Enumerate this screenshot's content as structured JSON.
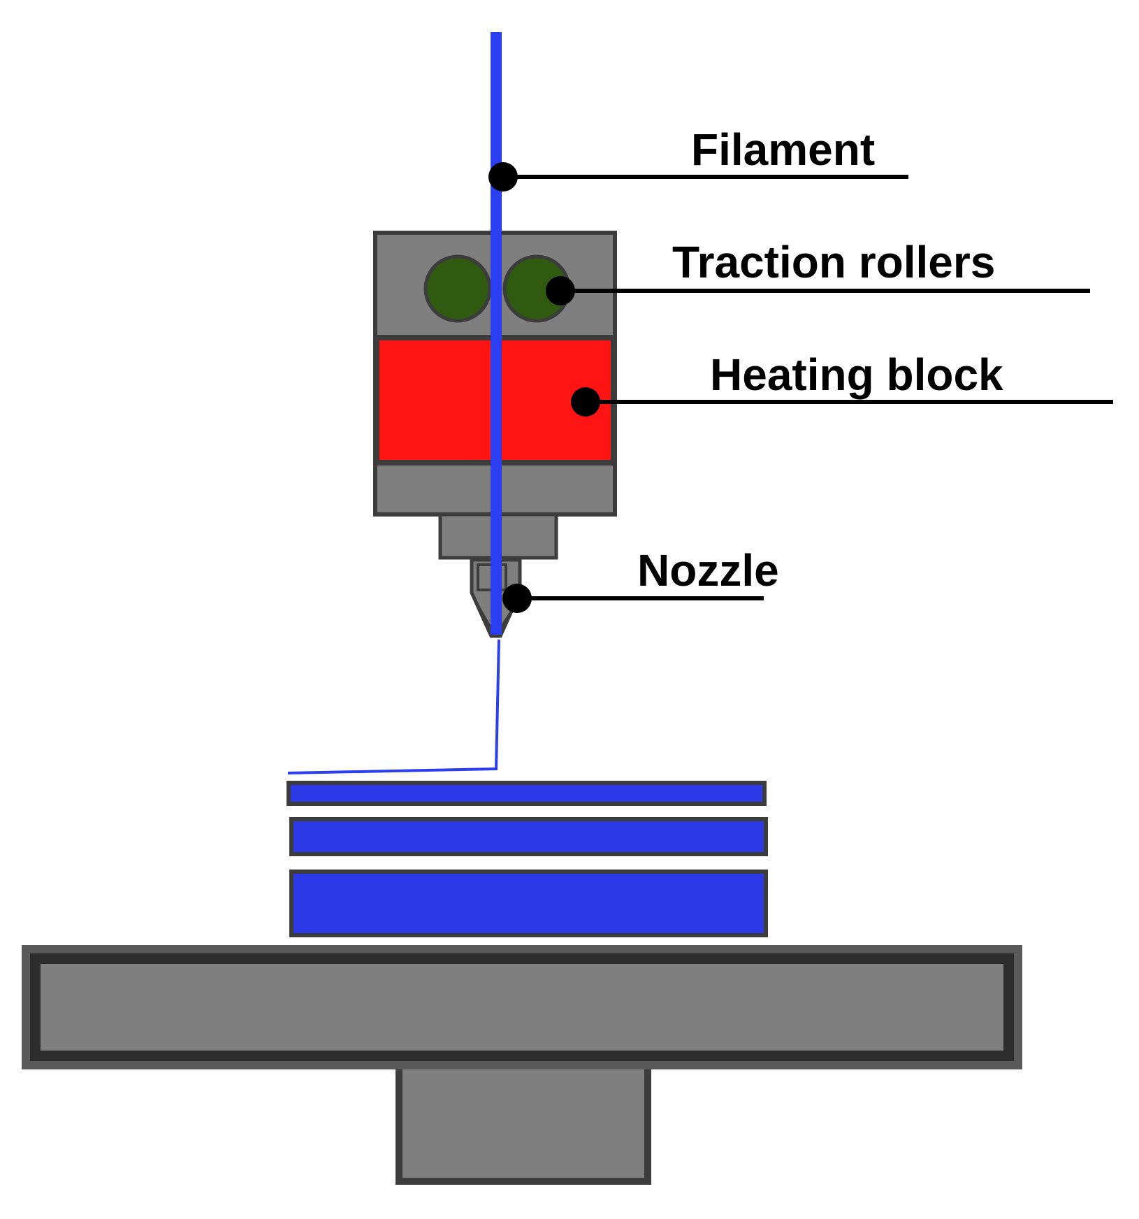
{
  "labels": {
    "filament": "Filament",
    "traction_rollers": "Traction rollers",
    "heating_block": "Heating block",
    "nozzle": "Nozzle"
  },
  "colors": {
    "filament": "#2b3ff0",
    "roller": "#2f5a10",
    "heating_block": "#ff1414",
    "housing": "#7f7f7f",
    "outline": "#3c3c3c",
    "bed_dark": "#2d2d2d",
    "background": "#ffffff"
  }
}
